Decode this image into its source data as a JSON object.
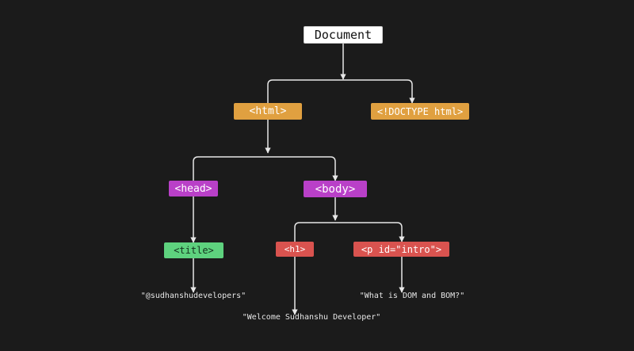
{
  "colors": {
    "background": "#1b1b1b",
    "line": "#e8e8e8",
    "root": "#ffffff",
    "html": "#e0a040",
    "doctype": "#e0a040",
    "head": "#b940c8",
    "body": "#b940c8",
    "title": "#5ed27e",
    "h1": "#d9534f",
    "p": "#d9534f"
  },
  "nodes": {
    "document": "Document",
    "html": "<html>",
    "doctype": "<!DOCTYPE html>",
    "head": "<head>",
    "body": "<body>",
    "title": "<title>",
    "h1": "<h1>",
    "p": "<p id=\"intro\">"
  },
  "leaves": {
    "title_text": "\"@sudhanshudevelopers\"",
    "h1_text": "\"Welcome Sudhanshu Developer\"",
    "p_text": "\"What is DOM and BOM?\""
  }
}
